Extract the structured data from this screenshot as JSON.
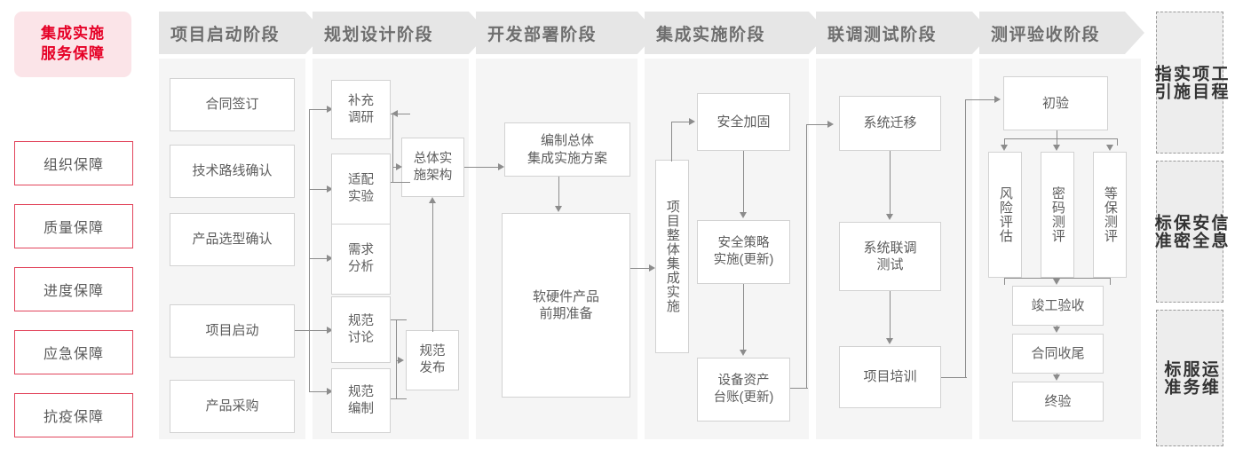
{
  "guarantee": {
    "title": "集成实施\n服务保障",
    "title_color": "#E60026",
    "bg_color": "#FBE4E8",
    "border_color": "#E2455C",
    "items": [
      {
        "label": "组织保障"
      },
      {
        "label": "质量保障"
      },
      {
        "label": "进度保障"
      },
      {
        "label": "应急保障"
      },
      {
        "label": "抗疫保障"
      }
    ]
  },
  "phases": [
    {
      "id": "startup",
      "header": "项目启动阶段",
      "nodes": [
        {
          "key": "n1",
          "label": "合同签订"
        },
        {
          "key": "n2",
          "label": "技术路线确认"
        },
        {
          "key": "n3",
          "label": "产品选型确认"
        },
        {
          "key": "n4",
          "label": "项目启动"
        },
        {
          "key": "n5",
          "label": "产品采购"
        }
      ]
    },
    {
      "id": "planning",
      "header": "规划设计阶段",
      "nodes": [
        {
          "key": "n1",
          "label": "补充\n调研"
        },
        {
          "key": "n2",
          "label": "适配\n实验"
        },
        {
          "key": "n3",
          "label": "需求\n分析"
        },
        {
          "key": "n4",
          "label": "规范\n讨论"
        },
        {
          "key": "n5",
          "label": "规范\n编制"
        },
        {
          "key": "n6",
          "label": "总体实\n施架构"
        },
        {
          "key": "n7",
          "label": "规范\n发布"
        }
      ]
    },
    {
      "id": "development",
      "header": "开发部署阶段",
      "nodes": [
        {
          "key": "n1",
          "label": "编制总体\n集成实施方案"
        },
        {
          "key": "n2",
          "label": "软硬件产品\n前期准备"
        }
      ]
    },
    {
      "id": "integration",
      "header": "集成实施阶段",
      "nodes": [
        {
          "key": "n1",
          "label": "项目整体集成实施"
        },
        {
          "key": "n2",
          "label": "安全加固"
        },
        {
          "key": "n3",
          "label": "安全策略\n实施(更新)"
        },
        {
          "key": "n4",
          "label": "设备资产\n台账(更新)"
        }
      ]
    },
    {
      "id": "jointtest",
      "header": "联调测试阶段",
      "nodes": [
        {
          "key": "n1",
          "label": "系统迁移"
        },
        {
          "key": "n2",
          "label": "系统联调\n测试"
        },
        {
          "key": "n3",
          "label": "项目培训"
        }
      ]
    },
    {
      "id": "acceptance",
      "header": "测评验收阶段",
      "nodes": [
        {
          "key": "n1",
          "label": "初验"
        },
        {
          "key": "n2",
          "label": "风险评估"
        },
        {
          "key": "n3",
          "label": "密码测评"
        },
        {
          "key": "n4",
          "label": "等保测评"
        },
        {
          "key": "n5",
          "label": "竣工验收"
        },
        {
          "key": "n6",
          "label": "合同收尾"
        },
        {
          "key": "n7",
          "label": "终验"
        }
      ]
    }
  ],
  "standards": [
    {
      "label": "工程\n项目\n实施\n指引"
    },
    {
      "label": "信息\n安全\n保密\n标准"
    },
    {
      "label": "运维\n服务\n标准"
    }
  ]
}
